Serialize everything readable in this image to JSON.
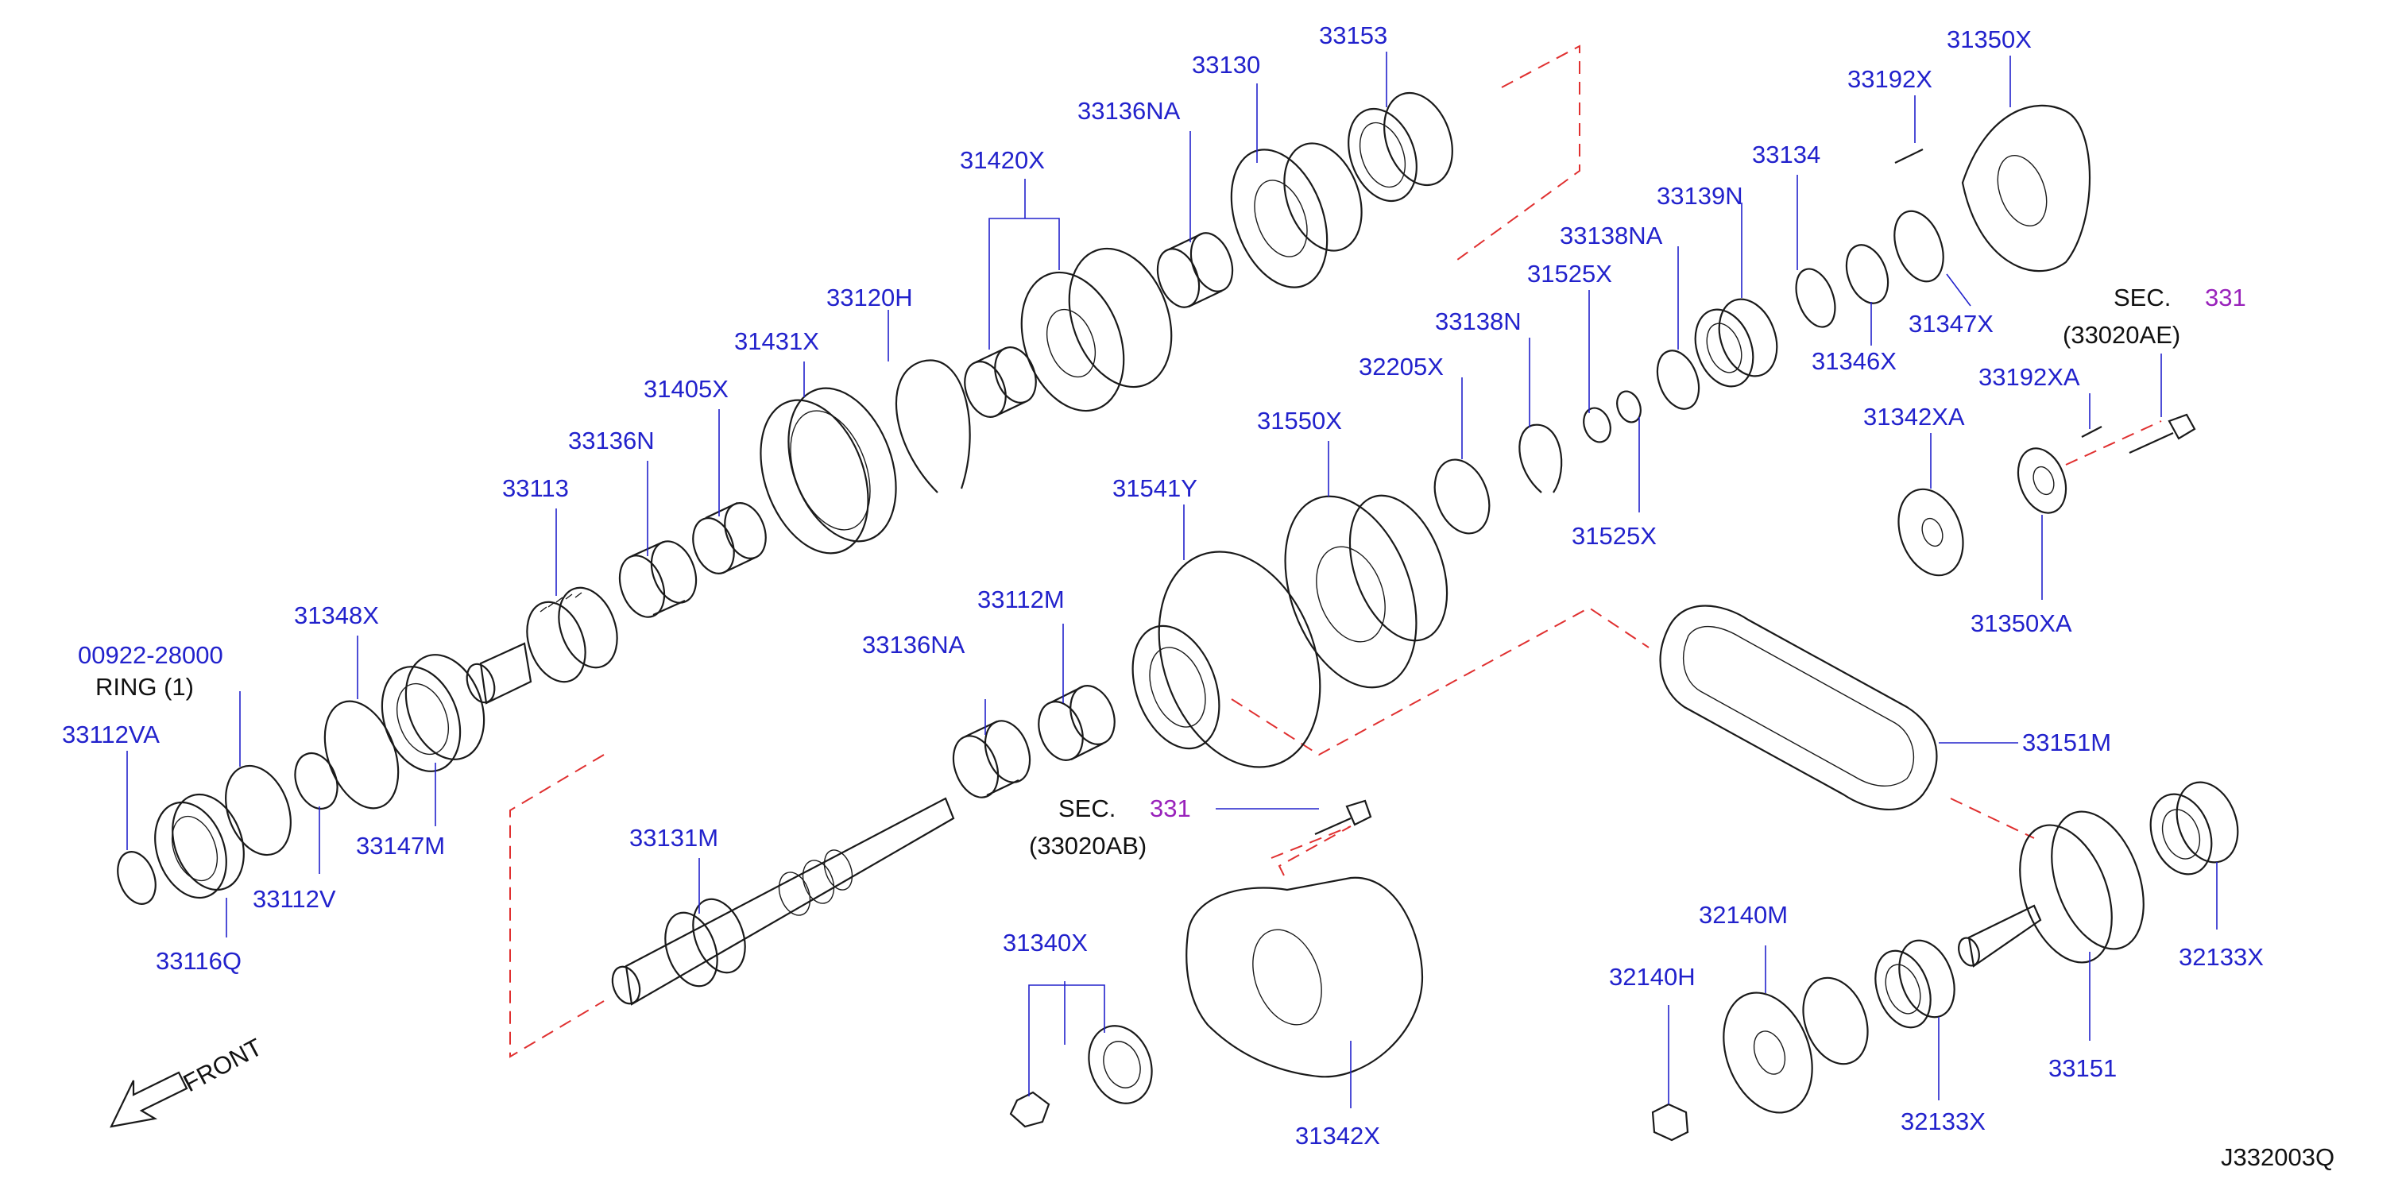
{
  "diagram_id": "J332003Q",
  "front_label": "FRONT",
  "ring_note": "RING (1)",
  "sec_label": "SEC.",
  "sec_number": "331",
  "sec_ref_ab": "(33020AB)",
  "sec_ref_ae": "(33020AE)",
  "parts": {
    "p00922_28000": "00922-28000",
    "p33112VA": "33112VA",
    "p33116Q": "33116Q",
    "p33112V": "33112V",
    "p31348X": "31348X",
    "p33147M": "33147M",
    "p33113": "33113",
    "p33136N": "33136N",
    "p31405X": "31405X",
    "p31431X": "31431X",
    "p33120H": "33120H",
    "p31420X": "31420X",
    "p33136NA_top": "33136NA",
    "p33130": "33130",
    "p33153": "33153",
    "p33131M": "33131M",
    "p33136NA_mid": "33136NA",
    "p33112M": "33112M",
    "p31541Y": "31541Y",
    "p31550X": "31550X",
    "p32205X": "32205X",
    "p33138N": "33138N",
    "p31525X_top": "31525X",
    "p31525X_bot": "31525X",
    "p33138NA": "33138NA",
    "p33139N": "33139N",
    "p33134": "33134",
    "p33192X": "33192X",
    "p31350X": "31350X",
    "p31347X": "31347X",
    "p31346X": "31346X",
    "p33192XA": "33192XA",
    "p31342XA": "31342XA",
    "p31350XA": "31350XA",
    "p33151M": "33151M",
    "p31340X": "31340X",
    "p31342X": "31342X",
    "p32140M": "32140M",
    "p32140H": "32140H",
    "p32133X_a": "32133X",
    "p32133X_b": "32133X",
    "p33151": "33151"
  }
}
